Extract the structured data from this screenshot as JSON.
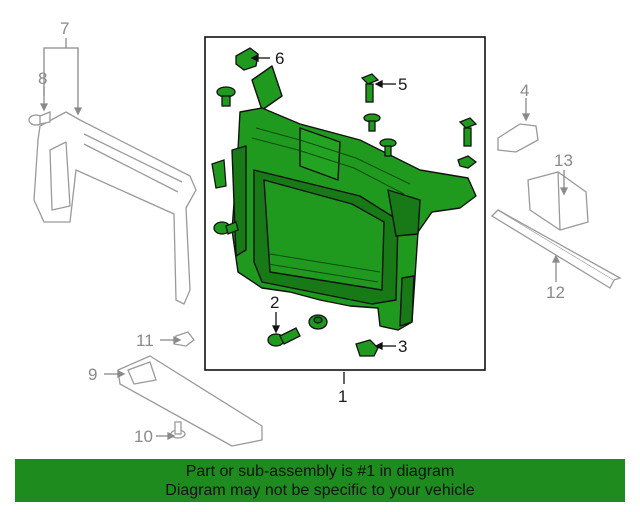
{
  "callouts": {
    "c1": "1",
    "c2": "2",
    "c3": "3",
    "c4": "4",
    "c5": "5",
    "c6": "6",
    "c7": "7",
    "c8": "8",
    "c9": "9",
    "c10": "10",
    "c11": "11",
    "c12": "12",
    "c13": "13"
  },
  "banner": {
    "line1": "Part or sub-assembly is #1 in diagram",
    "line2": "Diagram may not be specific to your vehicle"
  },
  "colors": {
    "highlight": "#1e8b1e",
    "part_fill": "#1f9a1f",
    "outline": "#1a1a1a",
    "grey_parts": "#9a9a9a"
  }
}
